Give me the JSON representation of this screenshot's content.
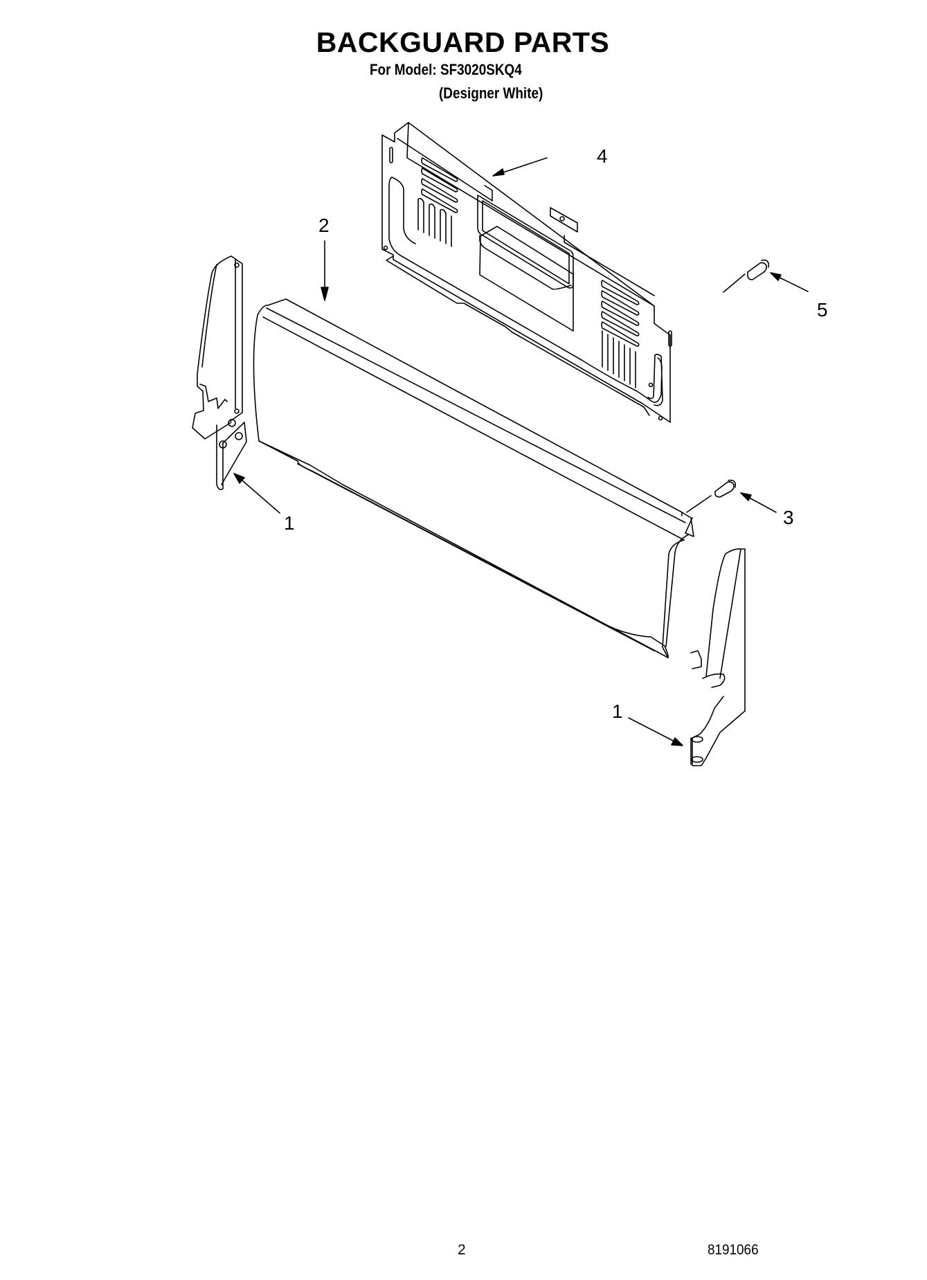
{
  "header": {
    "title": "BACKGUARD PARTS",
    "model_line": "For Model: SF3020SKQ4",
    "variant_line": "(Designer White)"
  },
  "diagram": {
    "name": "Backguard exploded view",
    "callouts": [
      {
        "id": "callout-4",
        "label": "4",
        "part": "backguard rear panel"
      },
      {
        "id": "callout-2",
        "label": "2",
        "part": "backguard"
      },
      {
        "id": "callout-5",
        "label": "5",
        "part": "screw"
      },
      {
        "id": "callout-1-left",
        "label": "1",
        "part": "left end cap"
      },
      {
        "id": "callout-3",
        "label": "3",
        "part": "screw"
      },
      {
        "id": "callout-1-right",
        "label": "1",
        "part": "right end cap"
      }
    ]
  },
  "footer": {
    "page_number": "2",
    "doc_number": "8191066"
  }
}
